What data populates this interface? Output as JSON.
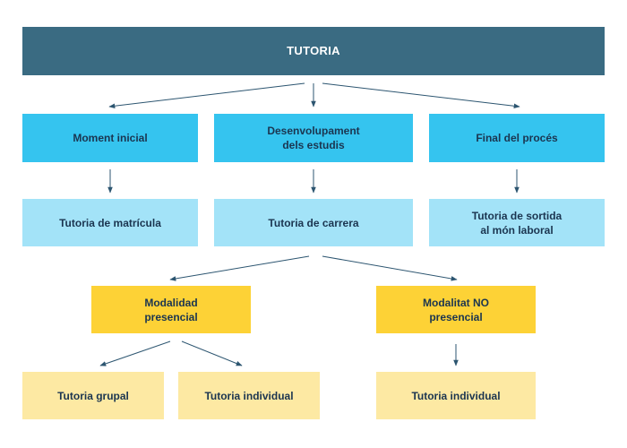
{
  "root": {
    "label": "TUTORIA"
  },
  "stages": [
    {
      "label": "Moment inicial"
    },
    {
      "label": "Desenvolupament\ndels estudis"
    },
    {
      "label": "Final del procés"
    }
  ],
  "tutorias": [
    {
      "label": "Tutoria de matrícula"
    },
    {
      "label": "Tutoria de carrera"
    },
    {
      "label": "Tutoria de sortida\nal món laboral"
    }
  ],
  "modalities": [
    {
      "label": "Modalidad\npresencial"
    },
    {
      "label": "Modalitat NO\npresencial"
    }
  ],
  "leaves": [
    {
      "label": "Tutoria grupal"
    },
    {
      "label": "Tutoria individual"
    },
    {
      "label": "Tutoria individual"
    }
  ],
  "colors": {
    "root": "#3a6b82",
    "stage": "#35c4ef",
    "tutoria": "#a3e3f8",
    "modality": "#fdd236",
    "leaf": "#fde9a3",
    "text": "#1b3550",
    "arrow": "#2c5570"
  }
}
